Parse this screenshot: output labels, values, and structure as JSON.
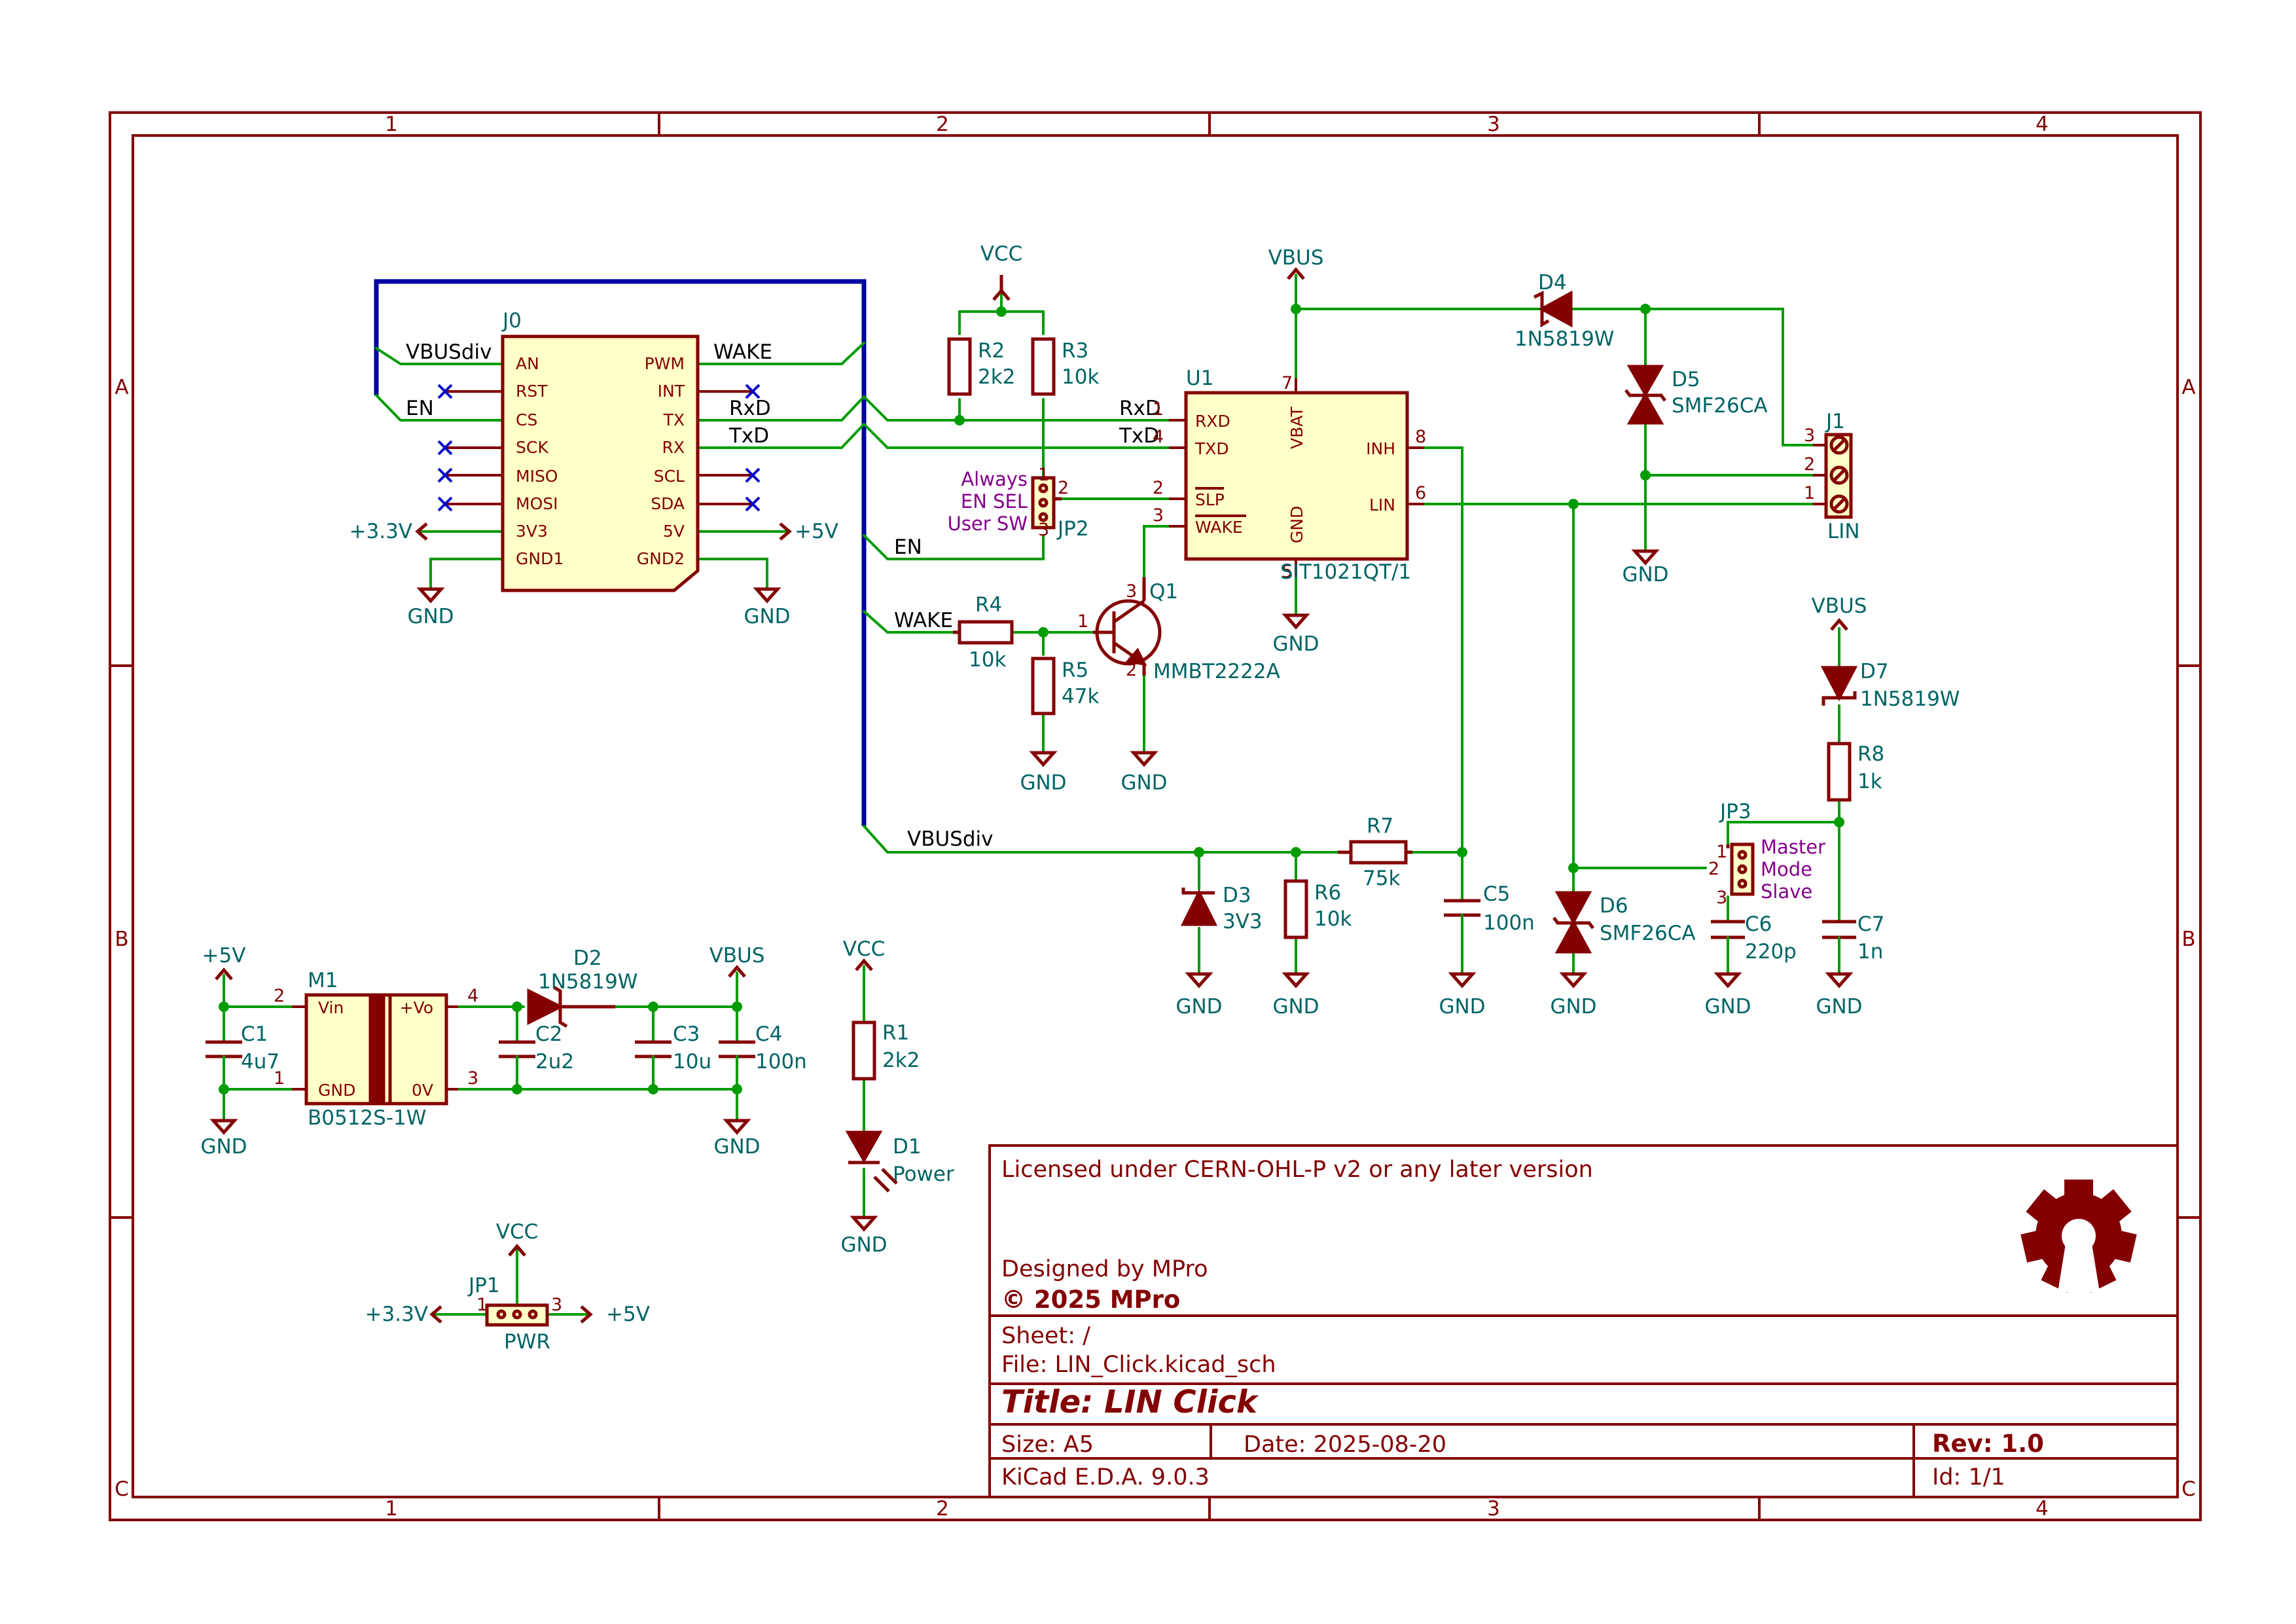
{
  "frame": {
    "columns": [
      "1",
      "2",
      "3",
      "4"
    ],
    "rows": [
      "A",
      "B",
      "C"
    ]
  },
  "colors": {
    "wire": "#009c00",
    "bus": "#0000a0",
    "symbol": "#840000",
    "symbol_fill": "#ffffc8",
    "text": "#006464",
    "no_connect": "#0000c8",
    "jumper_label": "#84008a"
  },
  "title_block": {
    "license": "Licensed under CERN-OHL-P v2 or any later version",
    "designed_by": "Designed by MPro",
    "copyright": "© 2025 MPro",
    "sheet": "Sheet: /",
    "file": "File: LIN_Click.kicad_sch",
    "title": "Title: LIN Click",
    "size": "Size: A5",
    "date": "Date: 2025-08-20",
    "rev": "Rev: 1.0",
    "kicad": "KiCad E.D.A. 9.0.3",
    "id": "Id: 1/1",
    "logo_icon": "open-source-hardware-gear-icon"
  },
  "nets": {
    "vbusdiv": "VBUSdiv",
    "en": "EN",
    "wake": "WAKE",
    "rxd": "RxD",
    "txd": "TxD"
  },
  "power": {
    "gnd": "GND",
    "vcc": "VCC",
    "vbus": "VBUS",
    "v5": "+5V",
    "v33": "+3.3V"
  },
  "components": {
    "J0": {
      "ref": "J0",
      "left_pins": [
        "AN",
        "RST",
        "CS",
        "SCK",
        "MISO",
        "MOSI",
        "3V3",
        "GND1"
      ],
      "right_pins": [
        "PWM",
        "INT",
        "TX",
        "RX",
        "SCL",
        "SDA",
        "5V",
        "GND2"
      ]
    },
    "U1": {
      "ref": "U1",
      "value": "SIT1021QT/1",
      "pins": {
        "rxd": "RXD",
        "txd": "TXD",
        "slp": "SLP",
        "wake": "WAKE",
        "vbat": "VBAT",
        "gnd": "GND",
        "inh": "INH",
        "lin": "LIN"
      },
      "pin_numbers": {
        "rxd": "1",
        "txd": "4",
        "slp": "2",
        "wake": "3",
        "vbat": "7",
        "gnd": "5",
        "inh": "8",
        "lin": "6"
      }
    },
    "Q1": {
      "ref": "Q1",
      "value": "MMBT2222A",
      "pins": [
        "1",
        "2",
        "3"
      ]
    },
    "R1": {
      "ref": "R1",
      "value": "2k2"
    },
    "R2": {
      "ref": "R2",
      "value": "2k2"
    },
    "R3": {
      "ref": "R3",
      "value": "10k"
    },
    "R4": {
      "ref": "R4",
      "value": "10k"
    },
    "R5": {
      "ref": "R5",
      "value": "47k"
    },
    "R6": {
      "ref": "R6",
      "value": "10k"
    },
    "R7": {
      "ref": "R7",
      "value": "75k"
    },
    "R8": {
      "ref": "R8",
      "value": "1k"
    },
    "C1": {
      "ref": "C1",
      "value": "4u7"
    },
    "C2": {
      "ref": "C2",
      "value": "2u2"
    },
    "C3": {
      "ref": "C3",
      "value": "10u"
    },
    "C4": {
      "ref": "C4",
      "value": "100n"
    },
    "C5": {
      "ref": "C5",
      "value": "100n"
    },
    "C6": {
      "ref": "C6",
      "value": "220p"
    },
    "C7": {
      "ref": "C7",
      "value": "1n"
    },
    "D1": {
      "ref": "D1",
      "value": "Power"
    },
    "D2": {
      "ref": "D2",
      "value": "1N5819W"
    },
    "D3": {
      "ref": "D3",
      "value": "3V3"
    },
    "D4": {
      "ref": "D4",
      "value": "1N5819W"
    },
    "D5": {
      "ref": "D5",
      "value": "SMF26CA"
    },
    "D6": {
      "ref": "D6",
      "value": "SMF26CA"
    },
    "D7": {
      "ref": "D7",
      "value": "1N5819W"
    },
    "M1": {
      "ref": "M1",
      "value": "B0512S-1W",
      "pins": {
        "vin": "Vin",
        "gnd": "GND",
        "vo": "+Vo",
        "ov": "0V"
      },
      "pin_numbers": [
        "2",
        "1",
        "4",
        "3"
      ]
    },
    "J1": {
      "ref": "J1",
      "value": "LIN",
      "pin_numbers": [
        "3",
        "2",
        "1"
      ]
    },
    "JP1": {
      "ref": "JP1",
      "value": "PWR",
      "pin_numbers": [
        "1",
        "3"
      ]
    },
    "JP2": {
      "ref": "JP2",
      "labels": [
        "Always",
        "EN SEL",
        "User SW"
      ],
      "pin_numbers": [
        "1",
        "2",
        "3"
      ]
    },
    "JP3": {
      "ref": "JP3",
      "labels": [
        "Master",
        "Mode",
        "Slave"
      ],
      "pin_numbers": [
        "1",
        "2",
        "3"
      ]
    }
  }
}
